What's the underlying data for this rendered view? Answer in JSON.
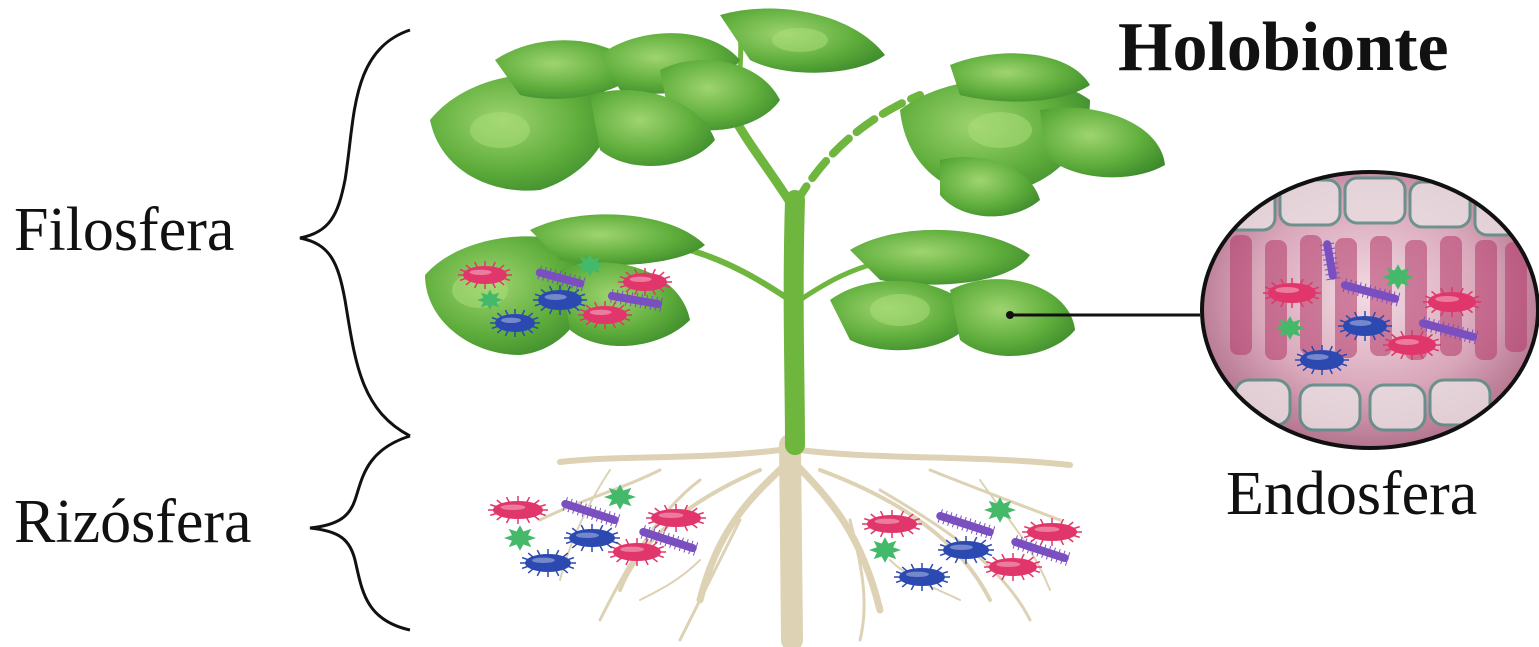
{
  "title": "Holobionte",
  "labels": {
    "phyllosphere": "Filosfera",
    "rhizosphere": "Rizósfera",
    "endosphere": "Endosfera"
  },
  "colors": {
    "leaf_dark": "#3f8f2f",
    "leaf_mid": "#5fae3c",
    "leaf_light": "#8cc862",
    "stem": "#6fb63f",
    "root": "#ddd2b4",
    "microbe_pink": "#e0366b",
    "microbe_blue": "#2b49b0",
    "microbe_green": "#45b96a",
    "microbe_purple": "#7a4fc0",
    "tissue": "#b53a6a",
    "ink": "#111111"
  },
  "icons": [
    "pink-microbe-icon",
    "blue-microbe-icon",
    "green-microbe-icon",
    "purple-bacillus-icon"
  ]
}
